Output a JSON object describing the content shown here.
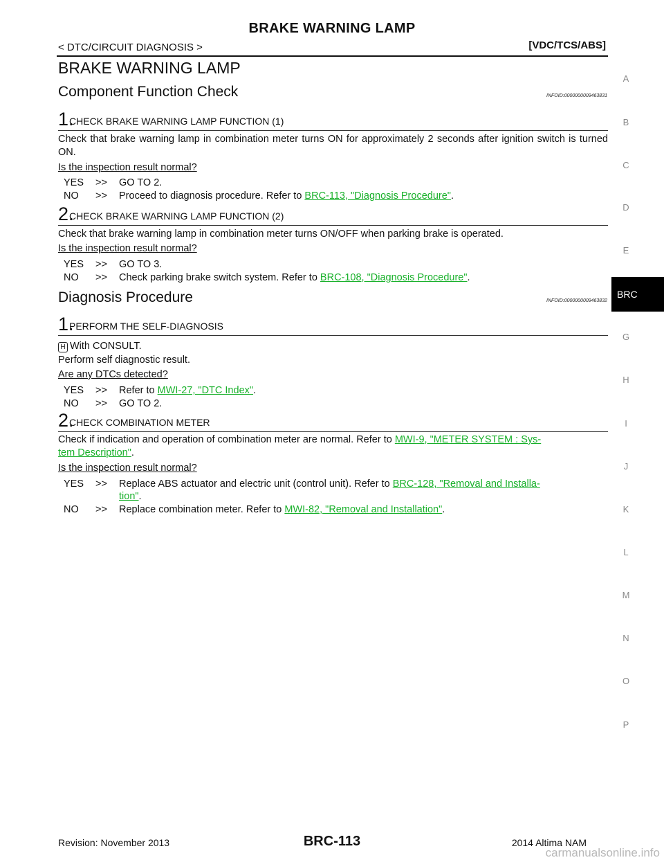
{
  "header": {
    "title": "BRAKE WARNING LAMP",
    "breadcrumb": "< DTC/CIRCUIT DIAGNOSIS >",
    "section": "[VDC/TCS/ABS]"
  },
  "page_heading": "BRAKE WARNING LAMP",
  "component_check": {
    "heading": "Component Function Check",
    "infoid": "INFOID:0000000009463831",
    "step1": {
      "num": "1.",
      "title": "CHECK BRAKE WARNING LAMP FUNCTION (1)",
      "body": "Check that brake warning lamp in combination meter turns ON for approximately 2 seconds after ignition switch is turned ON.",
      "question": "Is the inspection result normal?",
      "yes_key": "YES",
      "yes_text": "GO TO 2.",
      "no_key": "NO",
      "no_text": "Proceed to diagnosis procedure. Refer to",
      "no_link": "BRC-113, \"Diagnosis Procedure\"",
      "no_tail": "."
    },
    "step2": {
      "num": "2.",
      "title": "CHECK BRAKE WARNING LAMP FUNCTION (2)",
      "body": "Check that brake warning lamp in combination meter turns ON/OFF when parking brake is operated.",
      "question": "Is the inspection result normal?",
      "yes_key": "YES",
      "yes_text": "GO TO 3.",
      "no_key": "NO",
      "no_text": "Check parking brake switch system. Refer to",
      "no_link": "BRC-108, \"Diagnosis Procedure\"",
      "no_tail": "."
    }
  },
  "diagnosis": {
    "heading": "Diagnosis Procedure",
    "infoid": "INFOID:0000000009463832",
    "step1": {
      "num": "1.",
      "title": "PERFORM THE SELF-DIAGNOSIS",
      "consult_icon": "consult-tester-icon",
      "consult_glyph": "H",
      "consult": "With CONSULT.",
      "body": "Perform self diagnostic result.",
      "question": "Are any DTCs detected?",
      "yes_key": "YES",
      "yes_text": "Refer to",
      "yes_link": "MWI-27, \"DTC Index\"",
      "yes_tail": ".",
      "no_key": "NO",
      "no_text": "GO TO 2."
    },
    "step2": {
      "num": "2.",
      "title": "CHECK COMBINATION METER",
      "body_text": "Check if indication and operation of combination meter are normal. Refer to",
      "body_link_a": "MWI-9, \"METER SYSTEM : Sys-",
      "body_link_b": "tem Description\"",
      "body_tail": ".",
      "question": "Is the inspection result normal?",
      "yes_key": "YES",
      "yes_text": "Replace ABS actuator and electric unit (control unit). Refer to",
      "yes_link_a": "BRC-128, \"Removal and Installa-",
      "yes_link_b": "tion\"",
      "yes_tail": ".",
      "no_key": "NO",
      "no_text": "Replace combination meter. Refer to",
      "no_link": "MWI-82, \"Removal and Installation\"",
      "no_tail": "."
    }
  },
  "arrow": ">>",
  "side_index": {
    "letters": [
      "A",
      "B",
      "C",
      "D",
      "E",
      "G",
      "H",
      "I",
      "J",
      "K",
      "L",
      "M",
      "N",
      "O",
      "P"
    ],
    "active": "BRC"
  },
  "footer": {
    "revision": "Revision: November 2013",
    "page": "BRC-113",
    "model": "2014 Altima NAM",
    "watermark": "carmanualsonline.info"
  }
}
